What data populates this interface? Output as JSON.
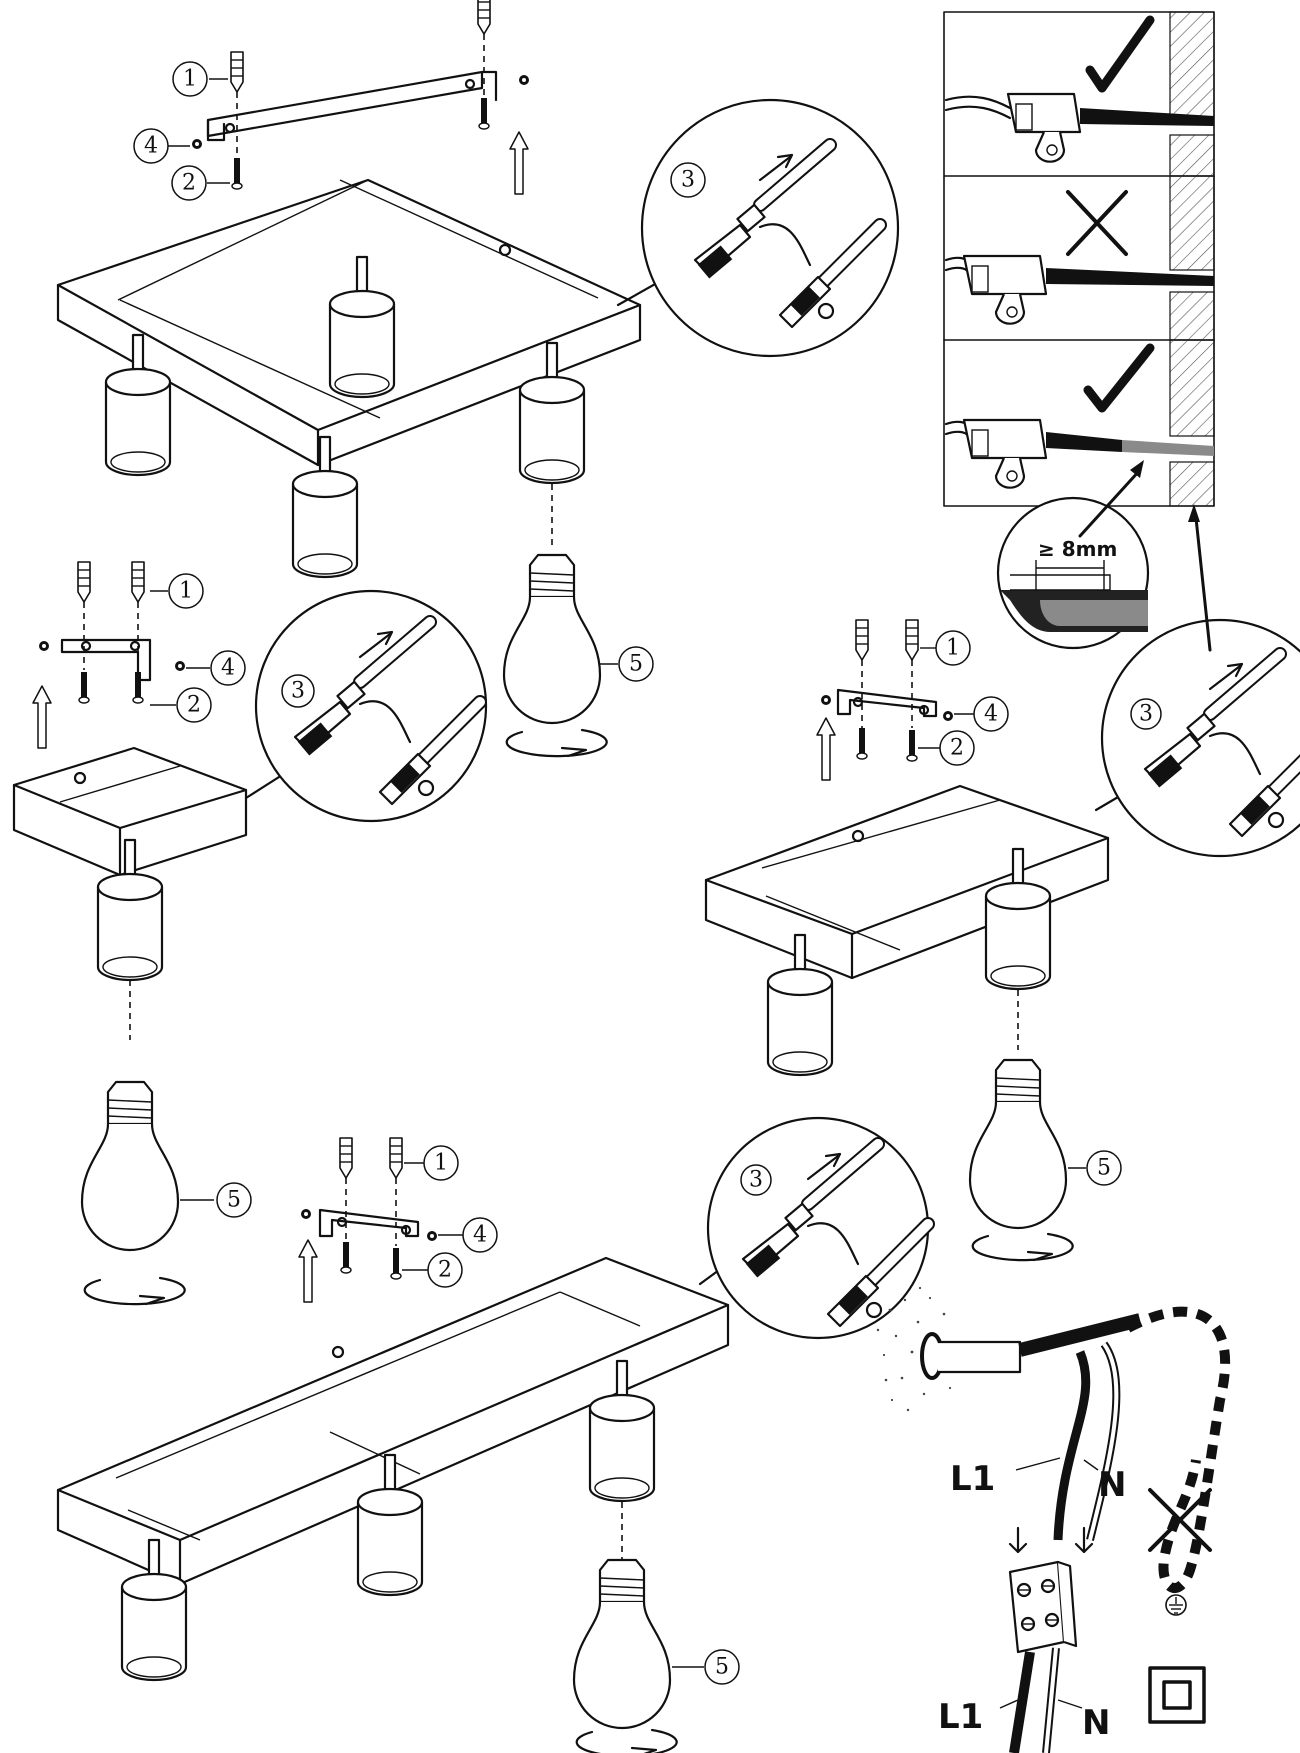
{
  "labels": {
    "part_anchor": "1",
    "part_screw": "2",
    "part_connector": "3",
    "part_nut": "4",
    "part_bulb": "5",
    "min_strip_length": "≥ 8mm",
    "live": "L1",
    "neutral": "N"
  },
  "icons": {
    "correct": "check-mark-icon",
    "incorrect": "cross-mark-icon",
    "earth": "earth-symbol-icon",
    "class2": "double-insulation-icon"
  },
  "colors": {
    "line": "#111111",
    "background": "#ffffff",
    "wall_hatch": "#555555",
    "insulation_grey": "#8a8a8a"
  }
}
